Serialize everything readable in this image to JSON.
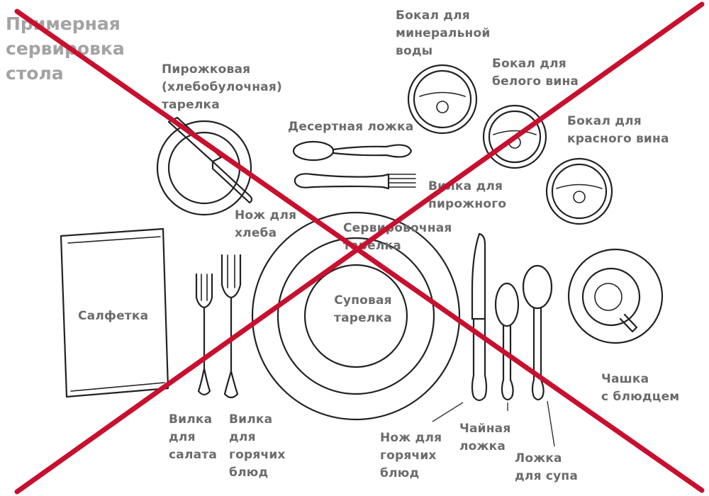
{
  "title": "Примерная\nсервировка\nстола",
  "labels": {
    "mineral_glass": "Бокал для\nминеральной\nводы",
    "white_wine_glass": "Бокал для\nбелого вина",
    "red_wine_glass": "Бокал для\nкрасного вина",
    "bread_plate": "Пирожковая\n(хлебобулочная)\nтарелка",
    "dessert_spoon": "Десертная ложка",
    "cake_fork": "Вилка для\nпирожного",
    "bread_knife": "Нож для\nхлеба",
    "service_plate": "Сервировочная\nтарелка",
    "soup_plate": "Суповая\nтарелка",
    "napkin": "Салфетка",
    "salad_fork": "Вилка\nдля\nсалата",
    "main_fork": "Вилка\nдля\nгорячих\nблюд",
    "main_knife": "Нож для\nгорячих\nблюд",
    "tea_spoon": "Чайная\nложка",
    "soup_spoon": "Ложка\nдля супа",
    "cup_saucer": "Чашка\nс блюдцем"
  },
  "colors": {
    "cross": "#c8102e",
    "label": "#6b6b6b",
    "title": "#a3a3a3",
    "ink": "#222222"
  }
}
